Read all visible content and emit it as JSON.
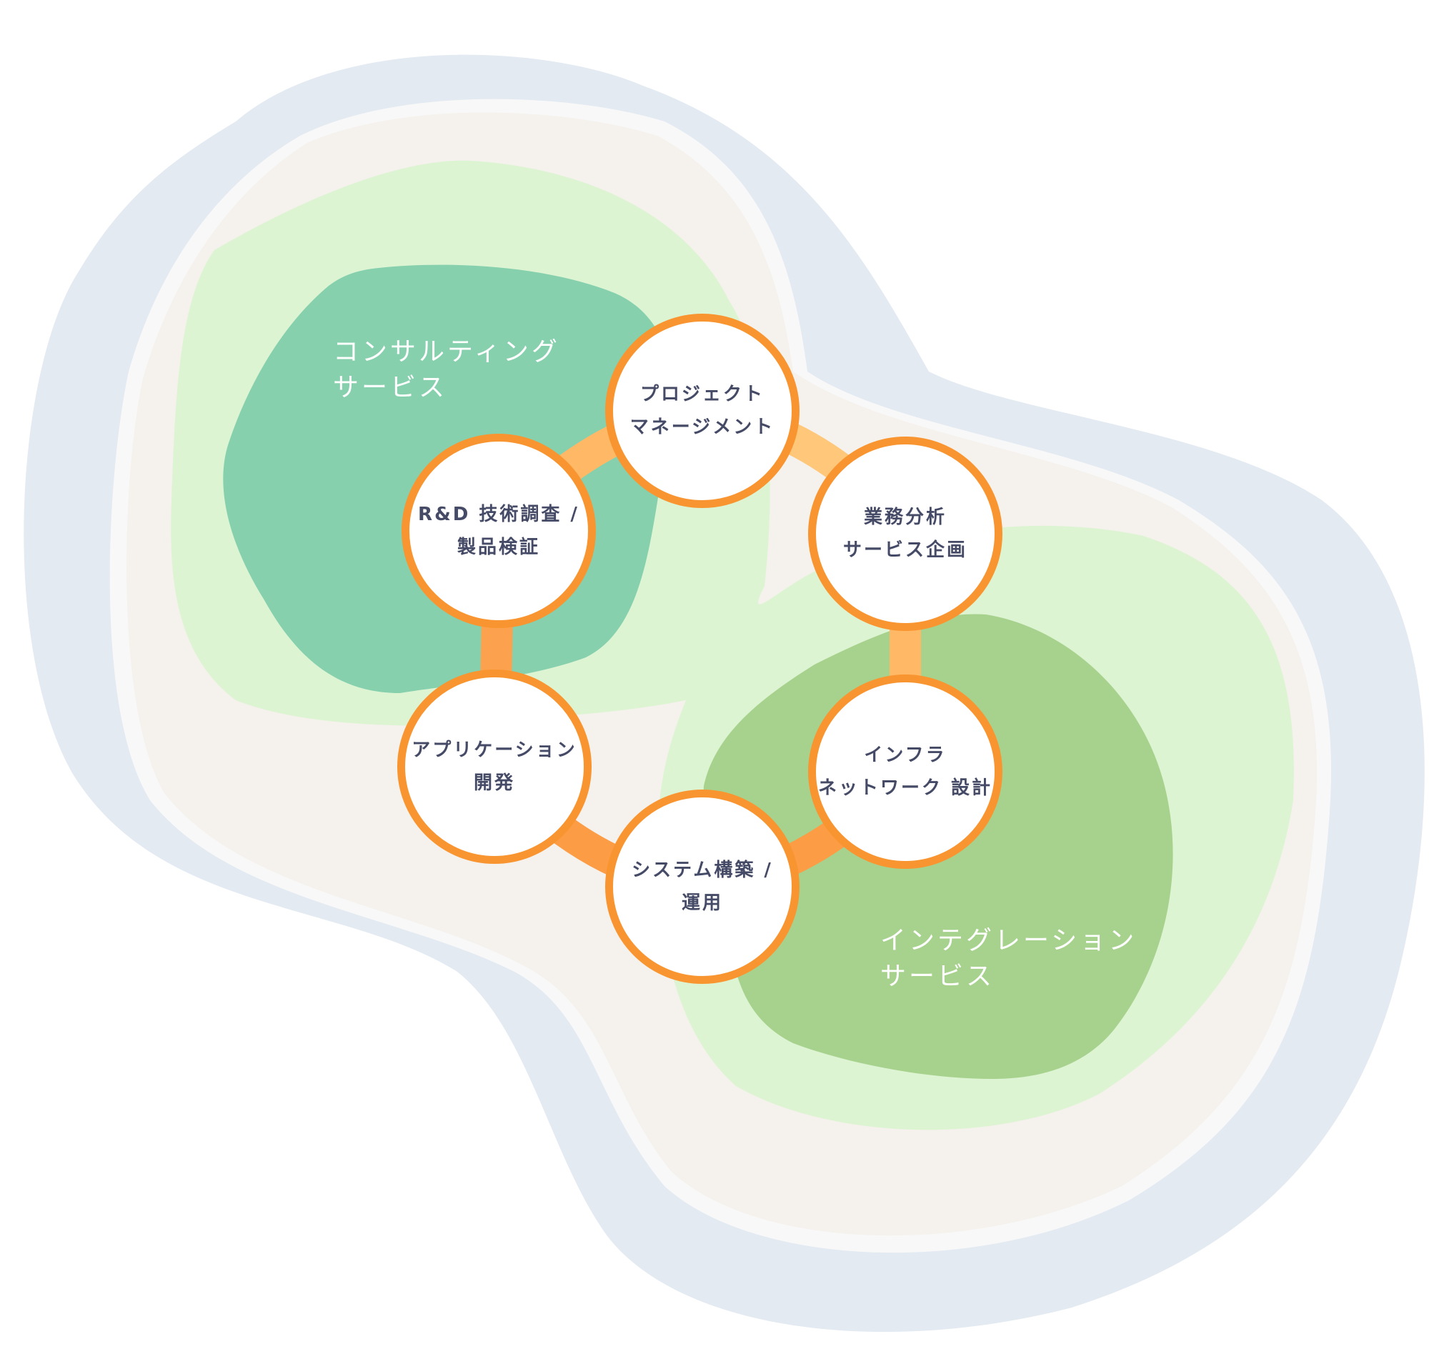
{
  "diagram": {
    "regions": [
      {
        "id": "consulting",
        "label_lines": [
          "コンサルティング",
          "サービス"
        ],
        "color": "#86d0ad"
      },
      {
        "id": "integration",
        "label_lines": [
          "インテグレーション",
          "サービス"
        ],
        "color": "#a7d28d"
      }
    ],
    "cycle_nodes": [
      {
        "id": "project-management",
        "lines": [
          "プロジェクト",
          "マネージメント"
        ]
      },
      {
        "id": "business-analysis",
        "lines": [
          "業務分析",
          "サービス企画"
        ]
      },
      {
        "id": "infrastructure",
        "lines": [
          "インフラ",
          "ネットワーク 設計"
        ]
      },
      {
        "id": "system-build",
        "lines": [
          "システム構築 /",
          "運用"
        ]
      },
      {
        "id": "app-development",
        "lines": [
          "アプリケーション",
          "開発"
        ]
      },
      {
        "id": "rnd",
        "lines": [
          "R&D 技術調査 /",
          "製品検証"
        ]
      }
    ],
    "colors": {
      "outer_blob": "#e3eaf2",
      "sand_layer": "#f5f1ec",
      "light_green": "#ddf4d3",
      "consulting_green": "#86d0ad",
      "integration_green": "#a7d28d",
      "ring_orange": "#f99530",
      "ring_light_orange": "#ffc77a",
      "node_text": "#454a66"
    }
  }
}
